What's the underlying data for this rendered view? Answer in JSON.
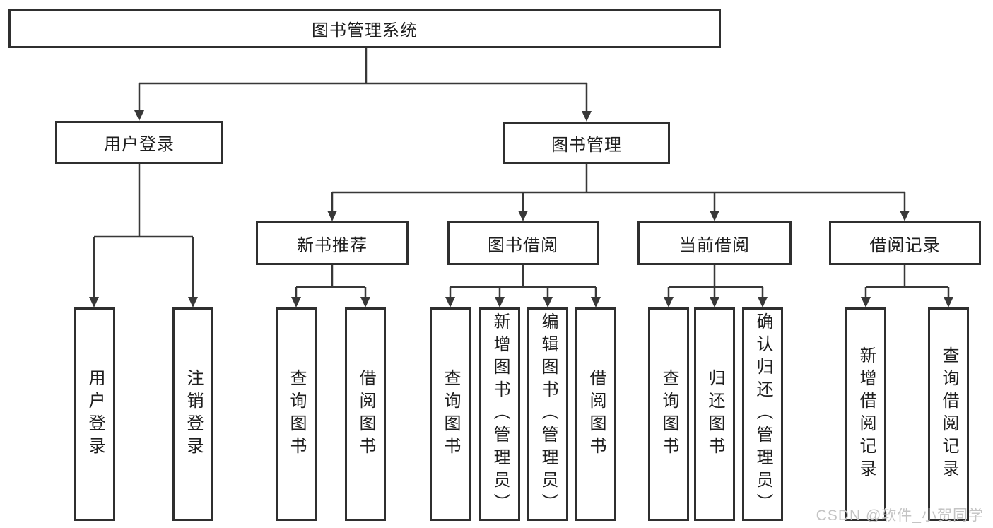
{
  "diagram": {
    "root": {
      "label": "图书管理系统"
    },
    "branches": [
      {
        "label": "用户登录",
        "children": [
          {
            "label": "用户登录"
          },
          {
            "label": "注销登录"
          }
        ]
      },
      {
        "label": "图书管理",
        "children": [
          {
            "label": "新书推荐",
            "children": [
              {
                "label": "查询图书"
              },
              {
                "label": "借阅图书"
              }
            ]
          },
          {
            "label": "图书借阅",
            "children": [
              {
                "label": "查询图书"
              },
              {
                "label": "新增图书（管理员）"
              },
              {
                "label": "编辑图书（管理员）"
              },
              {
                "label": "借阅图书"
              }
            ]
          },
          {
            "label": "当前借阅",
            "children": [
              {
                "label": "查询图书"
              },
              {
                "label": "归还图书"
              },
              {
                "label": "确认归还（管理员）"
              }
            ]
          },
          {
            "label": "借阅记录",
            "children": [
              {
                "label": "新增借阅记录"
              },
              {
                "label": "查询借阅记录"
              }
            ]
          }
        ]
      }
    ]
  },
  "watermark": {
    "text": "CSDN @软件_小贺同学"
  },
  "colors": {
    "line": "#383838",
    "box_border": "#2f2f2f",
    "text": "#1e1e1e",
    "watermark": "#c4c4c4",
    "background": "#ffffff"
  }
}
